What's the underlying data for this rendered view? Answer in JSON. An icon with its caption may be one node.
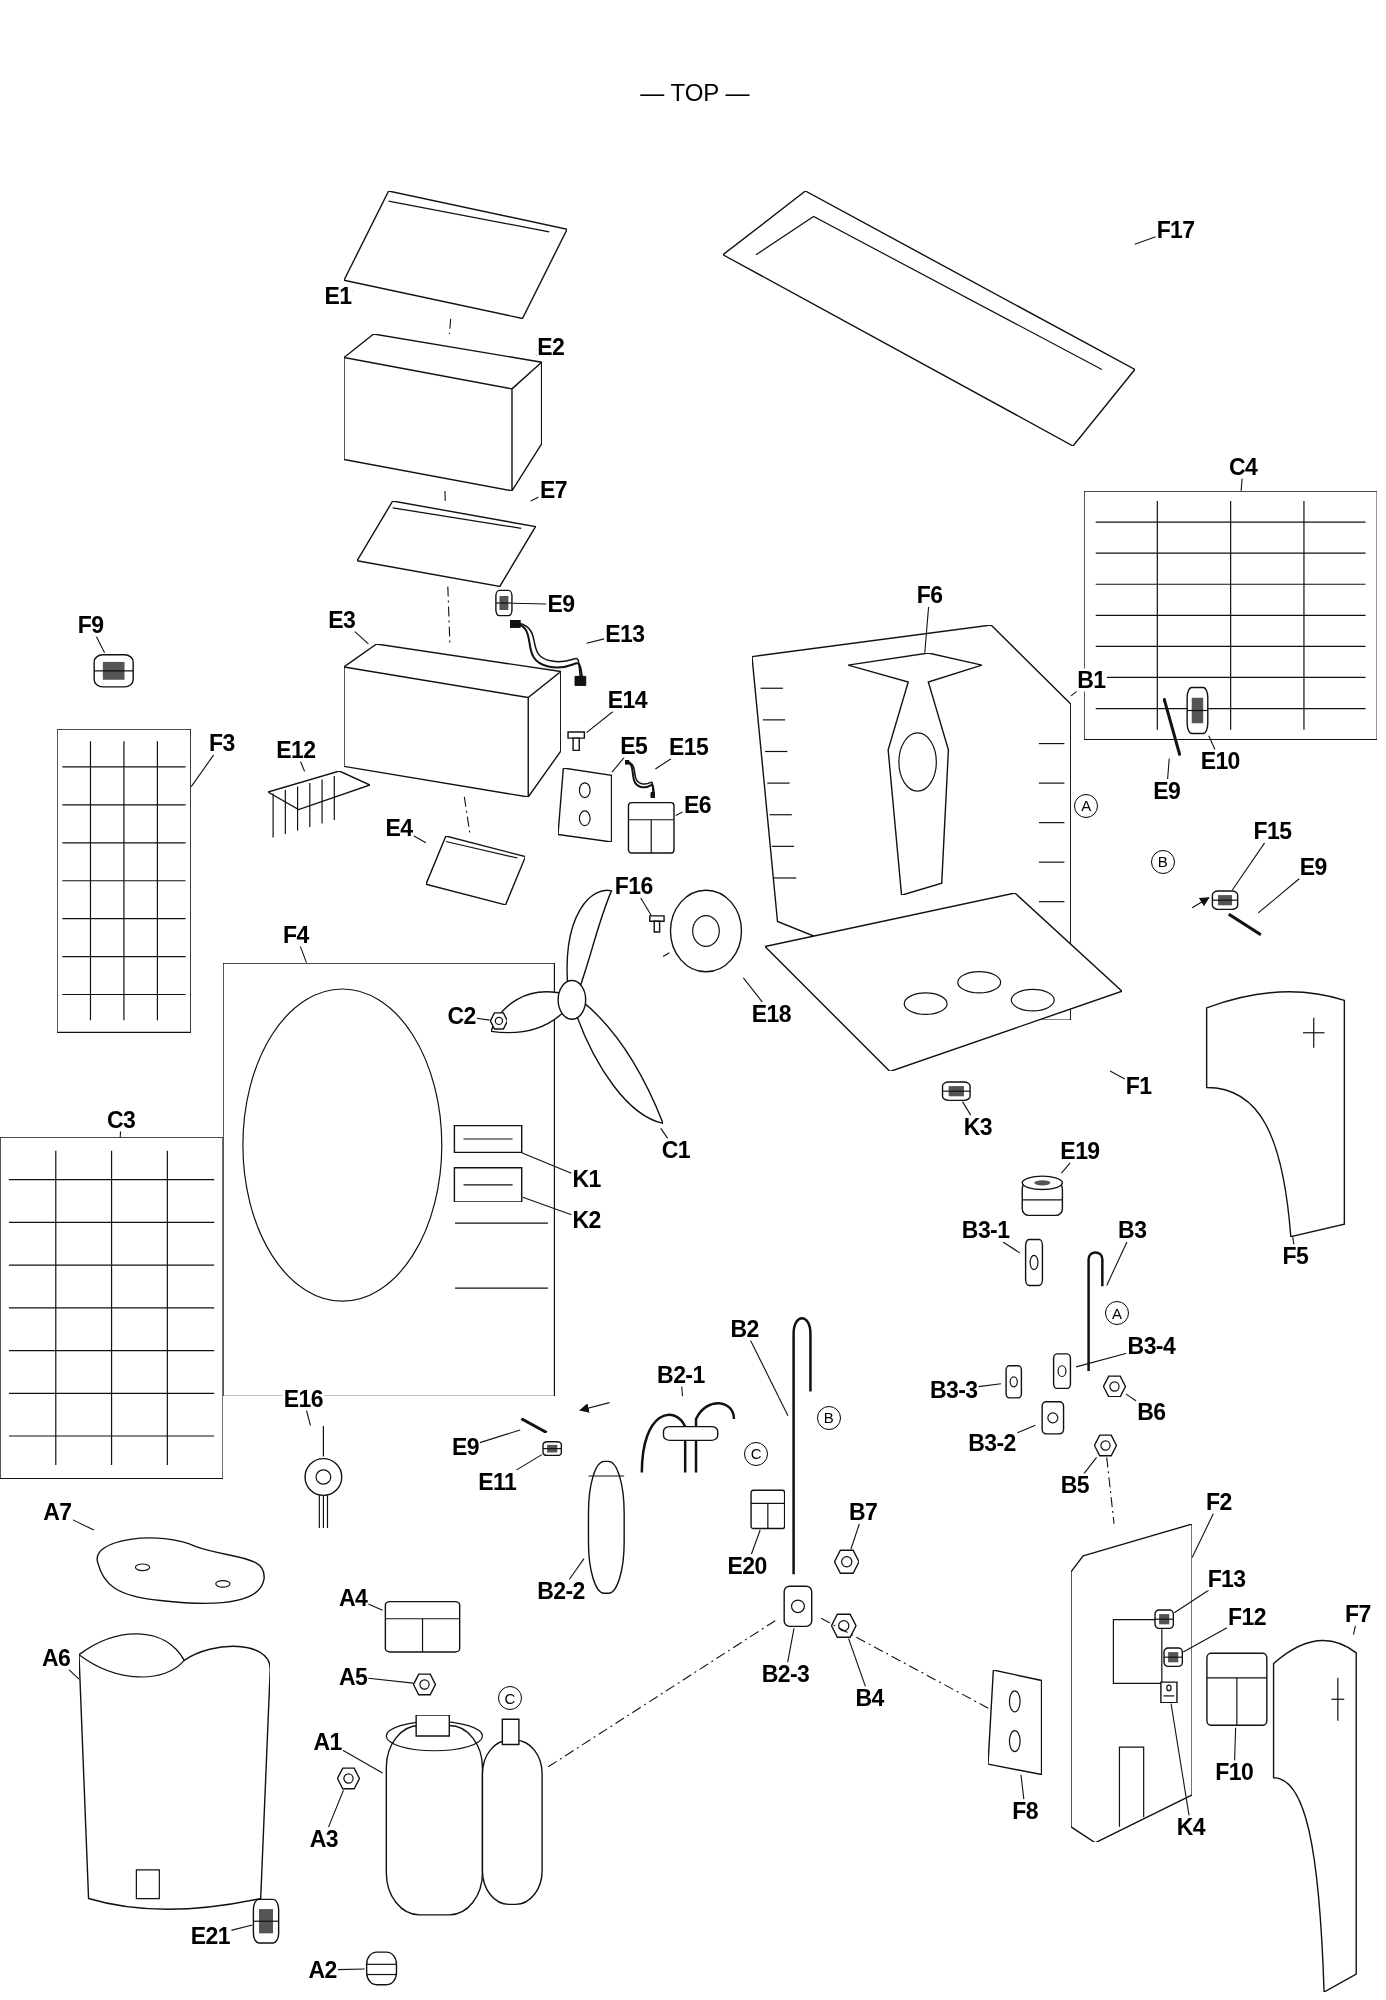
{
  "diagram": {
    "nodes": [
      {
        "text": [
          "E1"
        ]
      },
      {
        "text": [],
        "shape": "picture"
      },
      {
        "text": [
          "E2"
        ]
      },
      {
        "text": [],
        "shape": "picture"
      },
      {
        "text": [
          "E7"
        ]
      },
      {
        "text": [],
        "shape": "picture"
      },
      {
        "text": [
          "E9"
        ]
      },
      {
        "text": [],
        "shape": "picture"
      },
      {
        "text": [
          "E13"
        ]
      },
      {
        "text": [],
        "shape": "picture"
      },
      {
        "text": [
          "E3"
        ]
      },
      {
        "text": [],
        "shape": "picture"
      },
      {
        "text": [
          "E14"
        ]
      },
      {
        "text": [],
        "shape": "picture"
      },
      {
        "text": [
          "E12"
        ]
      },
      {
        "text": [],
        "shape": "picture"
      },
      {
        "text": [
          "E5"
        ]
      },
      {
        "text": [],
        "shape": "picture"
      },
      {
        "text": [
          "E15"
        ]
      },
      {
        "text": [],
        "shape": "picture"
      },
      {
        "text": [
          "E6"
        ]
      },
      {
        "text": [],
        "shape": "picture"
      },
      {
        "text": [
          "E4"
        ]
      },
      {
        "text": [],
        "shape": "picture"
      },
      {
        "text": [
          "F9"
        ]
      },
      {
        "text": [],
        "shape": "picture"
      },
      {
        "text": [
          "F3"
        ]
      },
      {
        "text": [],
        "shape": "picture"
      },
      {
        "text": [
          "F16"
        ]
      },
      {
        "text": [],
        "shape": "picture",
        "in": 35
      },
      {
        "text": [
          "F4"
        ]
      },
      {
        "text": [],
        "shape": "picture"
      },
      {
        "text": [
          "C2"
        ],
        "in": 31
      },
      {
        "text": [],
        "shape": "picture"
      },
      {
        "text": [
          "C1"
        ]
      },
      {
        "text": [],
        "shape": "picture"
      },
      {
        "text": [
          "E18"
        ]
      },
      {
        "text": [],
        "shape": "picture"
      },
      {
        "text": [
          "K1"
        ]
      },
      {
        "text": [],
        "shape": "picture",
        "in": 31
      },
      {
        "text": [
          "K2"
        ]
      },
      {
        "text": [],
        "shape": "picture",
        "in": 31
      },
      {
        "text": [
          "C3"
        ]
      },
      {
        "text": [],
        "shape": "picture"
      },
      {
        "text": [
          "F17"
        ]
      },
      {
        "text": [],
        "shape": "picture"
      },
      {
        "text": [
          "C4"
        ]
      },
      {
        "text": [],
        "shape": "picture"
      },
      {
        "text": [
          "F6"
        ]
      },
      {
        "text": [],
        "shape": "picture",
        "in": 51
      },
      {
        "text": [
          "B1"
        ]
      },
      {
        "text": [],
        "shape": "picture"
      },
      {
        "text": [
          "E9"
        ]
      },
      {
        "text": [],
        "shape": "picture"
      },
      {
        "text": [
          "E10"
        ]
      },
      {
        "text": [],
        "shape": "picture",
        "in": 47
      },
      {
        "text": [
          "F15"
        ]
      },
      {
        "text": [],
        "shape": "picture"
      },
      {
        "text": [
          "E9"
        ]
      },
      {
        "text": [],
        "shape": "picture"
      },
      {
        "text": [
          "F1"
        ]
      },
      {
        "text": [],
        "shape": "picture"
      },
      {
        "text": [
          "K3"
        ]
      },
      {
        "text": [],
        "shape": "picture"
      },
      {
        "text": [
          "F5"
        ]
      },
      {
        "text": [],
        "shape": "picture"
      },
      {
        "text": [
          "E19"
        ]
      },
      {
        "text": [],
        "shape": "picture"
      },
      {
        "text": [
          "B3-1"
        ]
      },
      {
        "text": [],
        "shape": "picture"
      },
      {
        "text": [
          "B3"
        ]
      },
      {
        "text": [],
        "shape": "picture"
      },
      {
        "text": [
          "B3-4"
        ]
      },
      {
        "text": [],
        "shape": "picture"
      },
      {
        "text": [
          "B3-3"
        ]
      },
      {
        "text": [],
        "shape": "picture"
      },
      {
        "text": [
          "B6"
        ]
      },
      {
        "text": [],
        "shape": "picture"
      },
      {
        "text": [
          "B3-2"
        ]
      },
      {
        "text": [],
        "shape": "picture"
      },
      {
        "text": [
          "B5"
        ]
      },
      {
        "text": [],
        "shape": "picture"
      },
      {
        "text": [
          "B2"
        ]
      },
      {
        "text": [],
        "shape": "picture"
      },
      {
        "text": [
          "B2-1"
        ]
      },
      {
        "text": [],
        "shape": "picture"
      },
      {
        "text": [
          "E9"
        ]
      },
      {
        "text": [],
        "shape": "picture"
      },
      {
        "text": [
          "E11"
        ]
      },
      {
        "text": [],
        "shape": "picture"
      },
      {
        "text": [
          "E16"
        ]
      },
      {
        "text": [],
        "shape": "picture"
      },
      {
        "text": [
          "B2-2"
        ]
      },
      {
        "text": [],
        "shape": "picture"
      },
      {
        "text": [
          "E20"
        ]
      },
      {
        "text": [],
        "shape": "picture"
      },
      {
        "text": [
          "B7"
        ]
      },
      {
        "text": [],
        "shape": "picture"
      },
      {
        "text": [
          "B4"
        ]
      },
      {
        "text": [],
        "shape": "picture"
      },
      {
        "text": [
          "B2-3"
        ]
      },
      {
        "text": [],
        "shape": "picture"
      },
      {
        "text": [
          "F2"
        ]
      },
      {
        "text": [],
        "shape": "picture"
      },
      {
        "text": [
          "F13"
        ]
      },
      {
        "text": [],
        "shape": "picture",
        "in": 103
      },
      {
        "text": [
          "F12"
        ]
      },
      {
        "text": [],
        "shape": "picture",
        "in": 103
      },
      {
        "text": [
          "F10"
        ]
      },
      {
        "text": [],
        "shape": "picture"
      },
      {
        "text": [
          "F7"
        ]
      },
      {
        "text": [],
        "shape": "picture"
      },
      {
        "text": [
          "F8"
        ]
      },
      {
        "text": [],
        "shape": "picture"
      },
      {
        "text": [
          "K4"
        ]
      },
      {
        "text": [],
        "shape": "picture",
        "in": 103
      },
      {
        "text": [
          "A7"
        ]
      },
      {
        "text": [],
        "shape": "picture"
      },
      {
        "text": [
          "A4"
        ]
      },
      {
        "text": [],
        "shape": "picture"
      },
      {
        "text": [
          "A6"
        ]
      },
      {
        "text": [],
        "shape": "picture"
      },
      {
        "text": [
          "A5"
        ]
      },
      {
        "text": [],
        "shape": "picture"
      },
      {
        "text": [
          "A1"
        ]
      },
      {
        "text": [],
        "shape": "picture"
      },
      {
        "text": [
          "A3"
        ]
      },
      {
        "text": [],
        "shape": "picture"
      },
      {
        "text": [
          "E21"
        ]
      },
      {
        "text": [],
        "shape": "picture"
      },
      {
        "text": [
          "A2"
        ]
      },
      {
        "text": [],
        "shape": "picture"
      },
      {
        "text": [
          "A"
        ]
      },
      {
        "text": [
          "B"
        ]
      },
      {
        "text": [
          "A"
        ]
      },
      {
        "text": [
          "B"
        ]
      },
      {
        "text": [
          "C"
        ]
      },
      {
        "text": [
          "C"
        ]
      }
    ],
    "edges": [
      {
        "from": 0,
        "to": 1,
        "arrow": "none"
      },
      {
        "from": 2,
        "to": 3,
        "arrow": "none"
      },
      {
        "from": 4,
        "to": 5,
        "arrow": "none"
      },
      {
        "from": 6,
        "to": 7,
        "arrow": "none"
      },
      {
        "from": 8,
        "to": 9,
        "arrow": "none"
      },
      {
        "from": 10,
        "to": 11,
        "arrow": "none"
      },
      {
        "from": 12,
        "to": 13,
        "arrow": "none"
      },
      {
        "from": 14,
        "to": 15,
        "arrow": "none"
      },
      {
        "from": 16,
        "to": 17,
        "arrow": "none"
      },
      {
        "from": 18,
        "to": 19,
        "arrow": "none"
      },
      {
        "from": 20,
        "to": 21,
        "arrow": "none"
      },
      {
        "from": 22,
        "to": 23,
        "arrow": "none"
      },
      {
        "from": 24,
        "to": 25,
        "arrow": "none"
      },
      {
        "from": 26,
        "to": 27,
        "arrow": "none"
      },
      {
        "from": 28,
        "to": 29,
        "arrow": "none"
      },
      {
        "from": 30,
        "to": 31,
        "arrow": "none"
      },
      {
        "from": 32,
        "to": 33,
        "arrow": "none"
      },
      {
        "from": 34,
        "to": 35,
        "arrow": "none"
      },
      {
        "from": 36,
        "to": 37,
        "arrow": "none"
      },
      {
        "from": 38,
        "to": 39,
        "arrow": "none"
      },
      {
        "from": 40,
        "to": 41,
        "arrow": "none"
      },
      {
        "from": 42,
        "to": 43,
        "arrow": "none"
      },
      {
        "from": 44,
        "to": 45,
        "arrow": "none"
      },
      {
        "from": 46,
        "to": 47,
        "arrow": "none"
      },
      {
        "from": 48,
        "to": 49,
        "arrow": "none"
      },
      {
        "from": 50,
        "to": 51,
        "arrow": "none"
      },
      {
        "from": 52,
        "to": 53,
        "arrow": "none"
      },
      {
        "from": 54,
        "to": 55,
        "arrow": "none"
      },
      {
        "from": 56,
        "to": 57,
        "arrow": "none"
      },
      {
        "from": 58,
        "to": 59,
        "arrow": "none"
      },
      {
        "from": 60,
        "to": 61,
        "arrow": "none"
      },
      {
        "from": 62,
        "to": 63,
        "arrow": "none"
      },
      {
        "from": 64,
        "to": 65,
        "arrow": "none"
      },
      {
        "from": 66,
        "to": 67,
        "arrow": "none"
      },
      {
        "from": 68,
        "to": 69,
        "arrow": "none"
      },
      {
        "from": 70,
        "to": 71,
        "arrow": "none"
      },
      {
        "from": 72,
        "to": 73,
        "arrow": "none"
      },
      {
        "from": 74,
        "to": 75,
        "arrow": "none"
      },
      {
        "from": 76,
        "to": 77,
        "arrow": "none"
      },
      {
        "from": 78,
        "to": 79,
        "arrow": "none"
      },
      {
        "from": 80,
        "to": 81,
        "arrow": "none"
      },
      {
        "from": 82,
        "to": 83,
        "arrow": "none"
      },
      {
        "from": 84,
        "to": 85,
        "arrow": "none"
      },
      {
        "from": 86,
        "to": 87,
        "arrow": "none"
      },
      {
        "from": 88,
        "to": 89,
        "arrow": "none"
      },
      {
        "from": 90,
        "to": 91,
        "arrow": "none"
      },
      {
        "from": 92,
        "to": 93,
        "arrow": "none"
      },
      {
        "from": 94,
        "to": 95,
        "arrow": "none"
      },
      {
        "from": 96,
        "to": 97,
        "arrow": "none"
      },
      {
        "from": 98,
        "to": 99,
        "arrow": "none"
      },
      {
        "from": 100,
        "to": 101,
        "arrow": "none"
      },
      {
        "from": 102,
        "to": 103,
        "arrow": "none"
      },
      {
        "from": 104,
        "to": 105,
        "arrow": "none"
      },
      {
        "from": 106,
        "to": 107,
        "arrow": "none"
      },
      {
        "from": 108,
        "to": 109,
        "arrow": "none"
      },
      {
        "from": 110,
        "to": 111,
        "arrow": "none"
      },
      {
        "from": 112,
        "to": 113,
        "arrow": "none"
      },
      {
        "from": 114,
        "to": 115,
        "arrow": "none"
      },
      {
        "from": 116,
        "to": 117,
        "arrow": "none"
      },
      {
        "from": 118,
        "to": 119,
        "arrow": "none"
      },
      {
        "from": 120,
        "to": 121,
        "arrow": "none"
      },
      {
        "from": 122,
        "to": 123,
        "arrow": "none"
      },
      {
        "from": 124,
        "to": 125,
        "arrow": "none"
      },
      {
        "from": 126,
        "to": 127,
        "arrow": "none"
      },
      {
        "from": 128,
        "to": 129,
        "arrow": "none"
      },
      {
        "from": 130,
        "to": 131,
        "arrow": "none"
      },
      {
        "from": 1,
        "to": 3,
        "arrow": "none",
        "style": "dashed"
      },
      {
        "from": 3,
        "to": 5,
        "arrow": "none",
        "style": "dashed"
      },
      {
        "from": 5,
        "to": 11,
        "arrow": "none",
        "style": "dashed"
      },
      {
        "from": 11,
        "to": 23,
        "arrow": "none",
        "style": "dashed"
      },
      {
        "from": 35,
        "to": 37,
        "arrow": "none",
        "style": "dashed"
      },
      {
        "from": 101,
        "to": 113,
        "arrow": "none",
        "style": "dashed"
      },
      {
        "from": 81,
        "to": 103,
        "arrow": "none",
        "style": "dashed"
      },
      {
        "from": 125,
        "to": 101,
        "arrow": "none",
        "style": "dashed"
      }
    ],
    "labels": [
      "— TOP —"
    ]
  }
}
